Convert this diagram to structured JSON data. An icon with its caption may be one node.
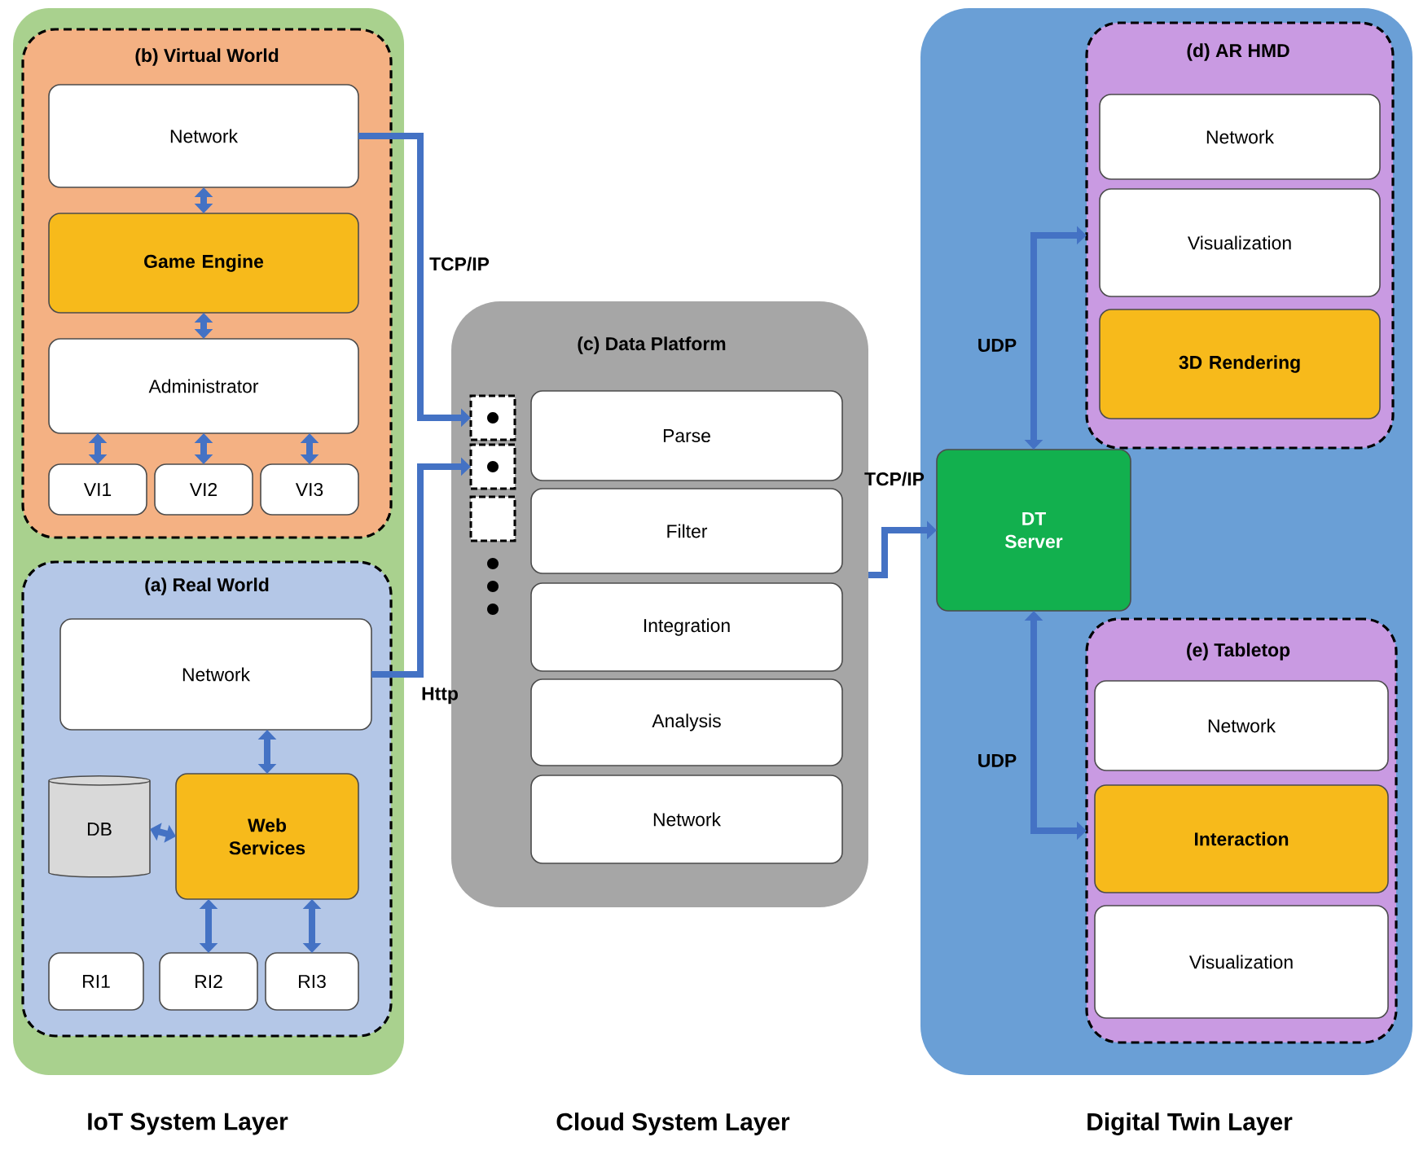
{
  "diagram": {
    "nodes": [
      {
        "text": [
          "IoT System Layer"
        ]
      },
      {
        "text": [
          "(b) Virtual World"
        ],
        "in": 0
      },
      {
        "text": [
          "Network"
        ],
        "in": 1
      },
      {
        "text": [
          "Game Engine"
        ],
        "in": 1
      },
      {
        "text": [
          "Administrator"
        ],
        "in": 1
      },
      {
        "text": [
          "VI1"
        ],
        "in": 1
      },
      {
        "text": [
          "VI2"
        ],
        "in": 1
      },
      {
        "text": [
          "VI3"
        ],
        "in": 1
      },
      {
        "text": [
          "(a) Real World"
        ],
        "in": 0
      },
      {
        "text": [
          "Network"
        ],
        "in": 8
      },
      {
        "text": [
          "DB"
        ],
        "in": 8
      },
      {
        "text": [
          "Web Services"
        ],
        "in": 8
      },
      {
        "text": [
          "RI1"
        ],
        "in": 8
      },
      {
        "text": [
          "RI2"
        ],
        "in": 8
      },
      {
        "text": [
          "RI3"
        ],
        "in": 8
      },
      {
        "text": [
          "(c) Data Platform"
        ]
      },
      {
        "text": [],
        "shape": "box",
        "in": 15
      },
      {
        "text": [],
        "shape": "box",
        "in": 15
      },
      {
        "text": [],
        "shape": "box",
        "in": 15
      },
      {
        "text": [
          "Parse"
        ],
        "in": 15
      },
      {
        "text": [
          "Filter"
        ],
        "in": 15
      },
      {
        "text": [
          "Integration"
        ],
        "in": 15
      },
      {
        "text": [
          "Analysis"
        ],
        "in": 15
      },
      {
        "text": [
          "Network"
        ],
        "in": 15
      },
      {
        "text": [
          "Digital Twin Layer"
        ]
      },
      {
        "text": [
          "(d) AR HMD"
        ],
        "in": 24
      },
      {
        "text": [
          "Network"
        ],
        "in": 25
      },
      {
        "text": [
          "Visualization"
        ],
        "in": 25
      },
      {
        "text": [
          "3D Rendering"
        ],
        "in": 25
      },
      {
        "text": [
          "DT Server"
        ],
        "in": 24
      },
      {
        "text": [
          "(e) Tabletop"
        ],
        "in": 24
      },
      {
        "text": [
          "Network"
        ],
        "in": 30
      },
      {
        "text": [
          "Interaction"
        ],
        "in": 30
      },
      {
        "text": [
          "Visualization"
        ],
        "in": 30
      }
    ],
    "edges": [
      {
        "from": 2,
        "to": 3,
        "arrow": "both"
      },
      {
        "from": 3,
        "to": 4,
        "arrow": "both"
      },
      {
        "from": 4,
        "to": 5,
        "arrow": "both"
      },
      {
        "from": 4,
        "to": 6,
        "arrow": "both"
      },
      {
        "from": 4,
        "to": 7,
        "arrow": "both"
      },
      {
        "from": 2,
        "to": 16,
        "arrow": "to",
        "label": "TCP/IP"
      },
      {
        "from": 9,
        "to": 17,
        "arrow": "to",
        "label": "Http"
      },
      {
        "from": 9,
        "to": 11,
        "arrow": "both"
      },
      {
        "from": 11,
        "to": 10,
        "arrow": "both"
      },
      {
        "from": 11,
        "to": 13,
        "arrow": "both"
      },
      {
        "from": 11,
        "to": 14,
        "arrow": "both"
      },
      {
        "from": 15,
        "to": 29,
        "arrow": "to",
        "label": "TCP/IP"
      },
      {
        "from": 29,
        "to": 25,
        "arrow": "both",
        "label": "UDP"
      },
      {
        "from": 29,
        "to": 30,
        "arrow": "both",
        "label": "UDP"
      }
    ],
    "labels": [
      "Cloud System Layer"
    ]
  }
}
